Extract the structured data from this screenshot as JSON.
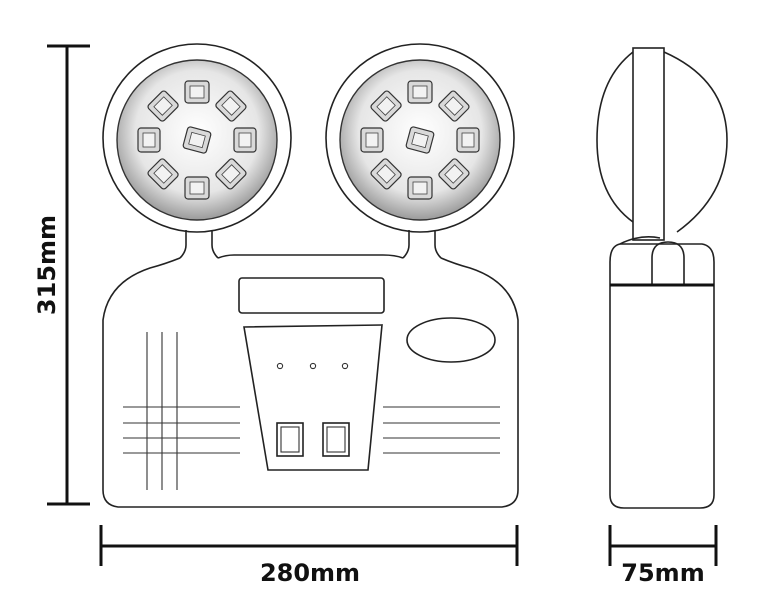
{
  "dimensions": {
    "height_label": "315mm",
    "width_label": "280mm",
    "depth_label": "75mm"
  },
  "colors": {
    "line": "#222222",
    "background": "#ffffff",
    "led_fill": "#d9d9d9"
  }
}
